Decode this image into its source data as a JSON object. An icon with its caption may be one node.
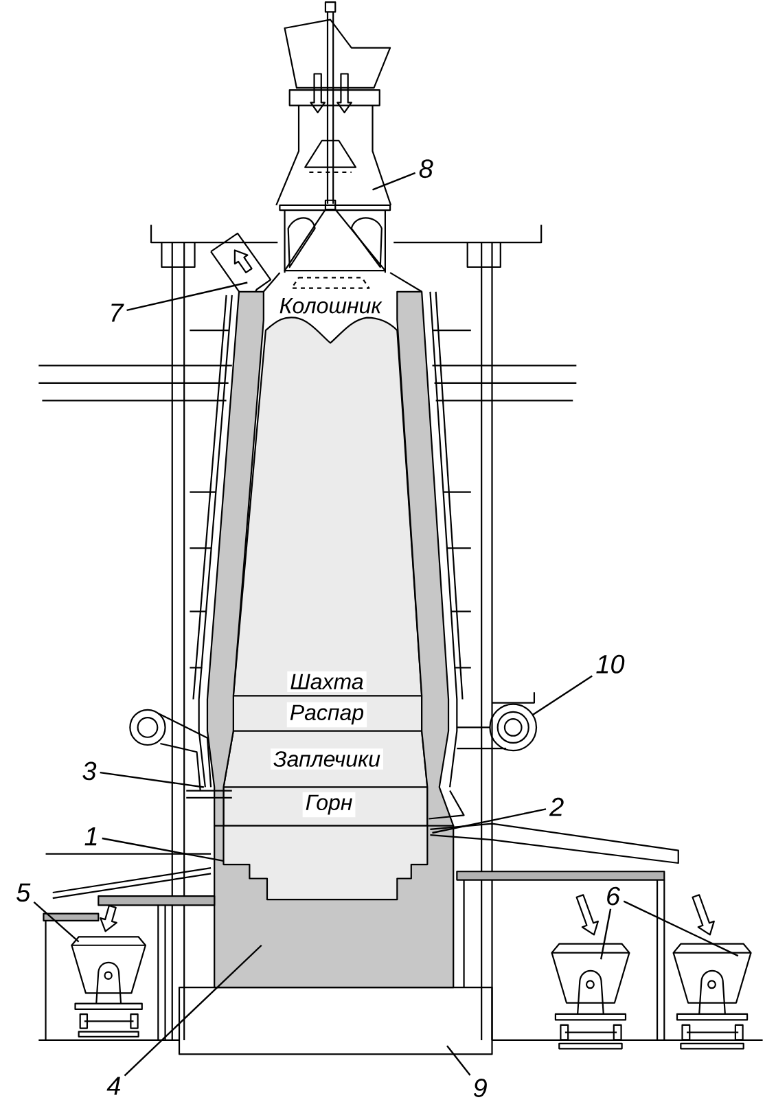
{
  "diagram": {
    "nodes": [
      {
        "text": [
          "8"
        ]
      },
      {
        "text": [
          "7"
        ]
      },
      {
        "text": [
          "10"
        ]
      },
      {
        "text": [
          "3"
        ]
      },
      {
        "text": [
          "2"
        ]
      },
      {
        "text": [
          "1"
        ]
      },
      {
        "text": [
          "5"
        ]
      },
      {
        "text": [
          "6"
        ]
      },
      {
        "text": [
          "4"
        ]
      },
      {
        "text": [
          "9"
        ]
      }
    ],
    "edges": [
      {
        "from": 0,
        "to": null,
        "arrow": "none"
      },
      {
        "from": 1,
        "to": null,
        "arrow": "none"
      },
      {
        "from": 2,
        "to": null,
        "arrow": "none"
      },
      {
        "from": 3,
        "to": null,
        "arrow": "none"
      },
      {
        "from": 4,
        "to": null,
        "arrow": "none"
      },
      {
        "from": 5,
        "to": null,
        "arrow": "none"
      },
      {
        "from": 6,
        "to": null,
        "arrow": "none"
      },
      {
        "from": 7,
        "to": null,
        "arrow": "none"
      },
      {
        "from": 7,
        "to": null,
        "arrow": "none"
      },
      {
        "from": 8,
        "to": null,
        "arrow": "none"
      },
      {
        "from": 9,
        "to": null,
        "arrow": "none"
      }
    ],
    "labels": [
      "Колошник",
      "Шахта",
      "Распар",
      "Заплечики",
      "Горн"
    ]
  }
}
